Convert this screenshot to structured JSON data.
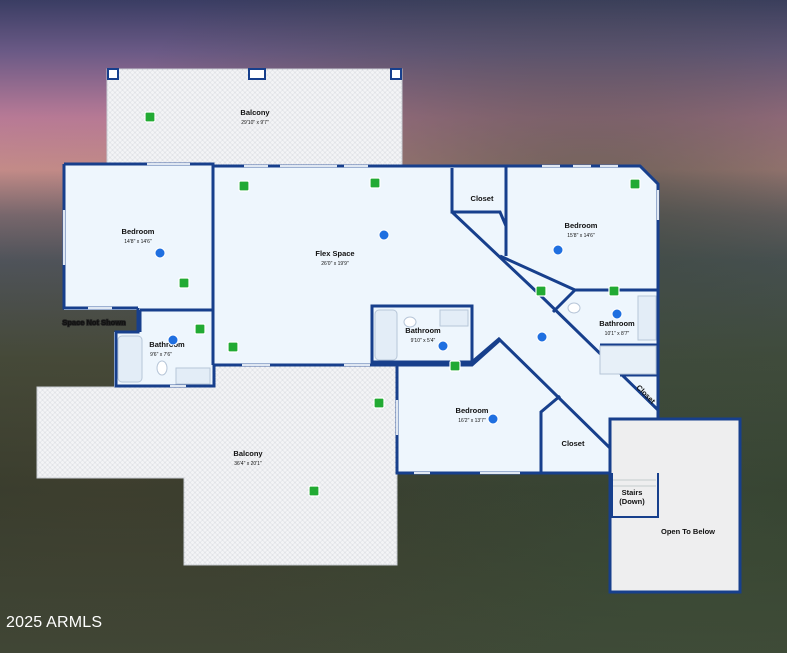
{
  "rooms": {
    "balcony_top": {
      "name": "Balcony",
      "dims": "29'10\" x 9'7\""
    },
    "bedroom_left": {
      "name": "Bedroom",
      "dims": "14'8\" x 14'6\""
    },
    "flex_space": {
      "name": "Flex Space",
      "dims": "26'0\" x 19'9\""
    },
    "closet_top": {
      "name": "Closet"
    },
    "bedroom_right": {
      "name": "Bedroom",
      "dims": "15'8\" x 14'6\""
    },
    "bathroom_left": {
      "name": "Bathroom",
      "dims": "9'6\" x 7'6\""
    },
    "bathroom_center": {
      "name": "Bathroom",
      "dims": "9'10\" x 5'4\""
    },
    "bathroom_right": {
      "name": "Bathroom",
      "dims": "10'1\" x 8'7\""
    },
    "closet_diag": {
      "name": "Closet"
    },
    "bedroom_bottom": {
      "name": "Bedroom",
      "dims": "16'2\" x 13'7\""
    },
    "closet_bottom": {
      "name": "Closet"
    },
    "stairs": {
      "name": "Stairs",
      "sub": "(Down)"
    },
    "open_below": {
      "name": "Open To Below"
    },
    "balcony_bottom": {
      "name": "Balcony",
      "dims": "36'4\" x 20'1\""
    }
  },
  "space_not_shown": "Space Not Shown",
  "copyright": "2025 ARMLS",
  "colors": {
    "wall": "#173f8c",
    "floor": "#eef6fd",
    "balcony": "#f1f3f6",
    "open_below": "#eeeeef",
    "green_marker": "#22aa33",
    "blue_marker": "#1f6fe0"
  }
}
